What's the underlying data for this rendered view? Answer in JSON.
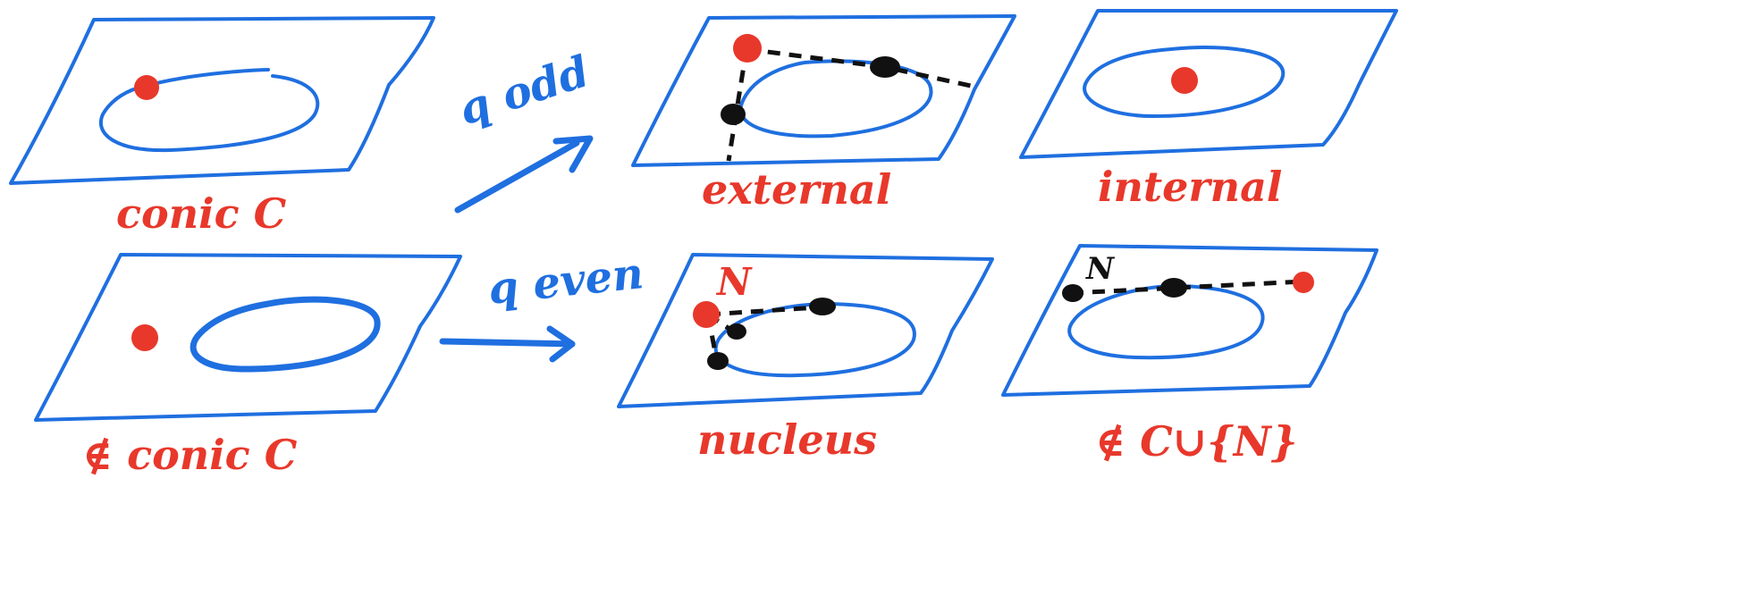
{
  "colors": {
    "blue": "#1f6fe0",
    "red": "#e8382b",
    "black": "#111111"
  },
  "labels": {
    "panel1": "conic C",
    "panel2": "external",
    "panel3": "internal",
    "panel4": "∉ conic C",
    "panel5": "nucleus",
    "panel6": "∉ C∪{N}"
  },
  "arrows": {
    "top": "q odd",
    "bottom": "q even"
  },
  "point_labels": {
    "nucleus": "N",
    "panel6_point": "N"
  }
}
